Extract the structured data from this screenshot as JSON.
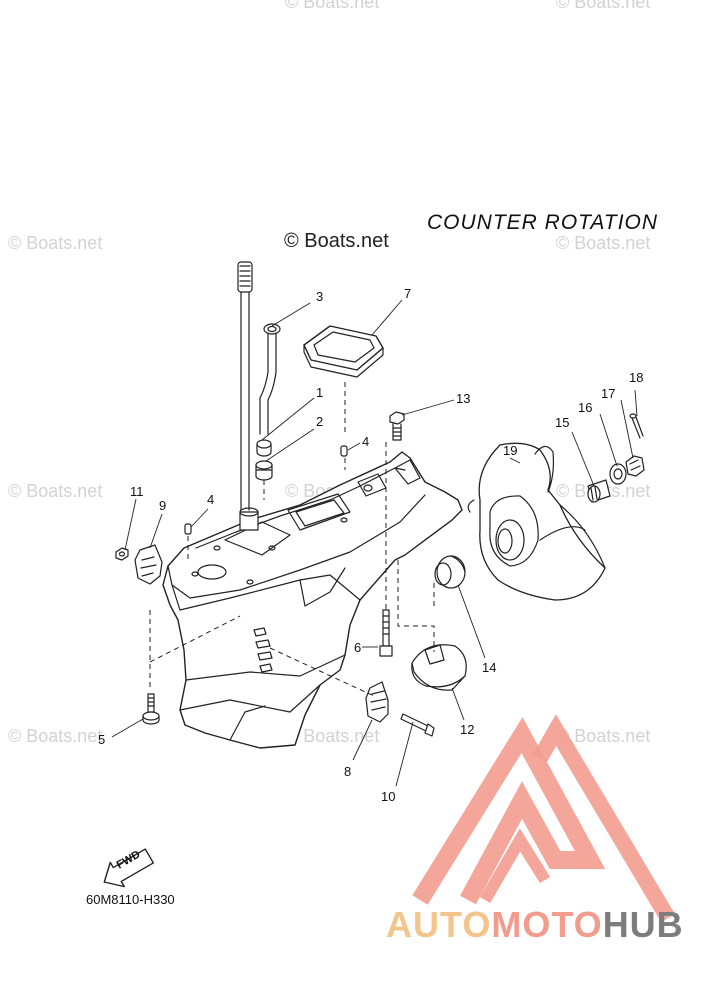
{
  "title": "COUNTER ROTATION",
  "copyright_main": "© Boats.net",
  "watermark_text": "© Boats.net",
  "diagram_code": "60M8110-H330",
  "fwd_label": "FWD",
  "brand": {
    "part1": "AUTO",
    "part2": "MOTO",
    "part3": "HUB"
  },
  "callouts": [
    {
      "id": "1",
      "label": "1"
    },
    {
      "id": "2",
      "label": "2"
    },
    {
      "id": "3",
      "label": "3"
    },
    {
      "id": "4a",
      "label": "4"
    },
    {
      "id": "4b",
      "label": "4"
    },
    {
      "id": "5",
      "label": "5"
    },
    {
      "id": "6",
      "label": "6"
    },
    {
      "id": "7",
      "label": "7"
    },
    {
      "id": "8",
      "label": "8"
    },
    {
      "id": "9",
      "label": "9"
    },
    {
      "id": "10",
      "label": "10"
    },
    {
      "id": "11",
      "label": "11"
    },
    {
      "id": "12",
      "label": "12"
    },
    {
      "id": "13",
      "label": "13"
    },
    {
      "id": "14",
      "label": "14"
    },
    {
      "id": "15",
      "label": "15"
    },
    {
      "id": "16",
      "label": "16"
    },
    {
      "id": "17",
      "label": "17"
    },
    {
      "id": "18",
      "label": "18"
    },
    {
      "id": "19",
      "label": "19"
    }
  ],
  "colors": {
    "line": "#222222",
    "watermark": "#d2d2d2",
    "logo_red": "#f29c8e",
    "logo_orange": "#f4c58a",
    "logo_gray": "#7d7d7d"
  }
}
